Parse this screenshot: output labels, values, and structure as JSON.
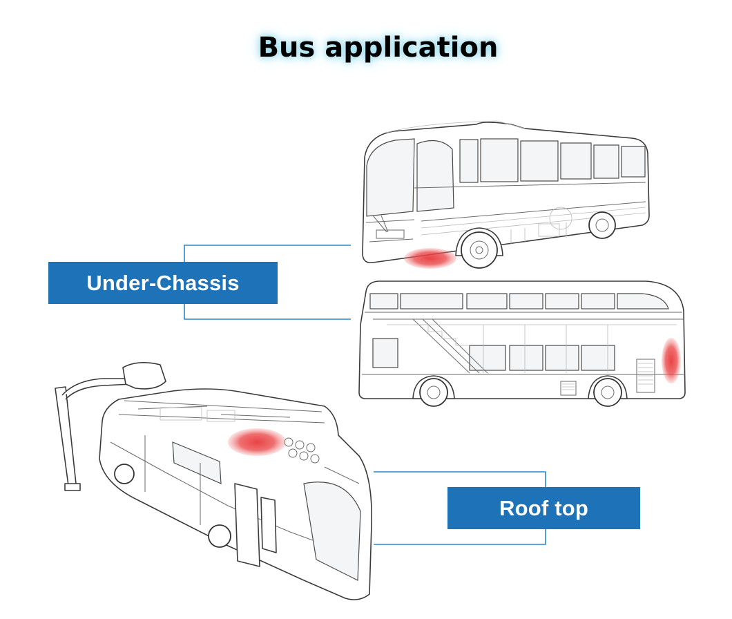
{
  "title": "Bus application",
  "labels": {
    "under_chassis": "Under-Chassis",
    "roof_top": "Roof top"
  },
  "colors": {
    "label_background": "#1d72b8",
    "connector_line": "#2a86c9",
    "highlight": "#e8393b",
    "title_glow": "#8fd6ea"
  }
}
